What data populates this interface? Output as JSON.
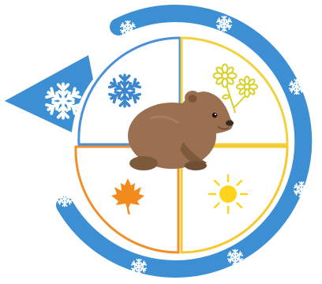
{
  "colors": {
    "ring_blue": "#3d8fd4",
    "arrow_blue": "#3d8fd4",
    "winter_line": "#4a90d9",
    "spring_line": "#f2d13a",
    "summer_line": "#f6c930",
    "autumn_line": "#f0902c",
    "snowflake_white": "#ffffff",
    "snowflake_blue": "#3a86cf",
    "flower_yellow": "#d9d12a",
    "sun_yellow": "#ffd31a",
    "leaf_orange": "#f28a1c",
    "animal_brown": "#9a7050"
  },
  "quadrants": [
    {
      "season": "winter",
      "icon": "snowflake-icon"
    },
    {
      "season": "spring",
      "icon": "flowers-icon"
    },
    {
      "season": "summer",
      "icon": "sun-icon"
    },
    {
      "season": "autumn",
      "icon": "maple-leaf-icon"
    }
  ],
  "central_figure": "groundhog-icon",
  "ring_icon": "snowflake-icon",
  "arrow_icon": "snowflake-icon"
}
